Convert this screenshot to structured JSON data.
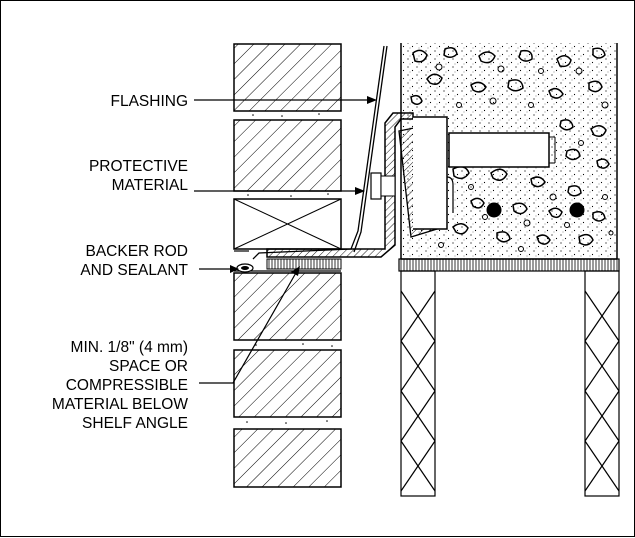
{
  "labels": {
    "flashing": "FLASHING",
    "protective_1": "PROTECTIVE",
    "protective_2": "MATERIAL",
    "backer_1": "BACKER ROD",
    "backer_2": "AND SEALANT",
    "min_1": "MIN. 1/8\" (4 mm)",
    "min_2": "SPACE OR",
    "min_3": "COMPRESSIBLE",
    "min_4": "MATERIAL BELOW",
    "min_5": "SHELF ANGLE"
  },
  "colors": {
    "line": "#000000",
    "background": "#ffffff"
  }
}
